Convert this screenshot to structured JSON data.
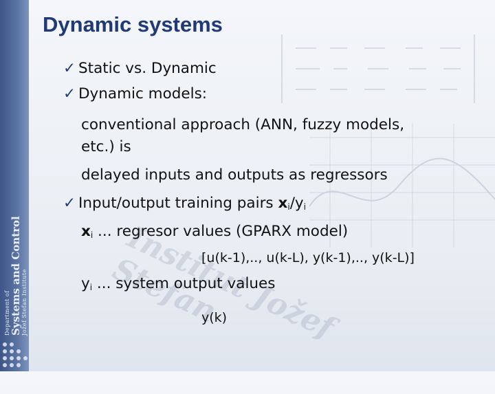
{
  "slide": {
    "title": "Dynamic systems"
  },
  "bullets": {
    "check_glyph": "✓",
    "b1": "Static vs. Dynamic",
    "b2": "Dynamic models:",
    "b2_sub1": "conventional approach (ANN, fuzzy models,",
    "b2_sub2": "etc.) is",
    "b2_sub3": "delayed inputs and outputs as regressors",
    "b3_prefix": "Input/output training pairs ",
    "b3_x": "x",
    "b3_i1": "i",
    "b3_slash": "/y",
    "b3_i2": "i",
    "x_def_x": "x",
    "x_def_i": "i",
    "x_def_text": " ... regresor values (GPARX model)",
    "x_vector": "[u(k-1),.., u(k-L), y(k-1),.., y(k-L)]",
    "y_def_y": "y",
    "y_def_i": "i",
    "y_def_text": " ... system output values",
    "y_value": "y(k)"
  },
  "branding": {
    "dept_line1": "Department of",
    "dept_line2": "Systems and Control",
    "dept_line3": "Jožef Stefan Institute",
    "watermark": "Institut Jožef Stefan"
  },
  "colors": {
    "title": "#1f3a77",
    "sidebar": "#4a6394"
  }
}
